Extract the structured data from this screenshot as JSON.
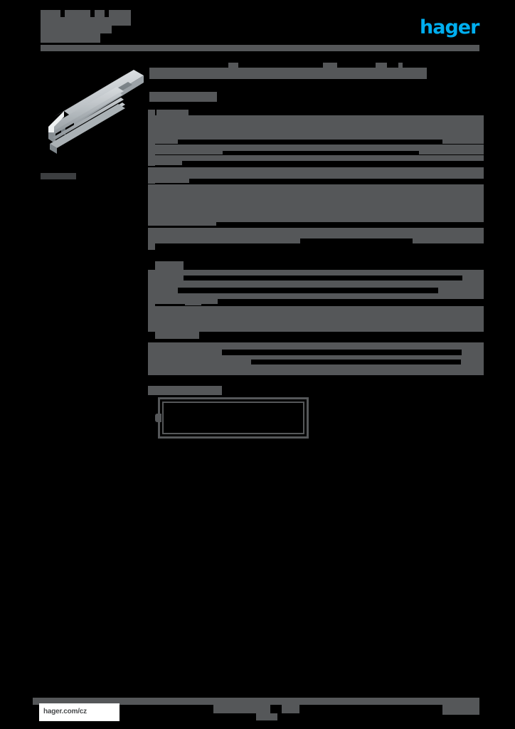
{
  "document": {
    "kind": "product-datasheet",
    "page_background": "#000000",
    "redaction_color": "#555759",
    "brand_color": "#00aeef"
  },
  "header": {
    "title_lines": [
      "",
      "",
      ""
    ],
    "brand_logo_text": "hager",
    "brand_logo_name": "hager-logo"
  },
  "figure": {
    "product_photo_alt": "cable-trunking-product-photo",
    "caption": ""
  },
  "main": {
    "page_title": "",
    "sections": [
      {
        "label": "",
        "rows": [
          {
            "label": "",
            "value": ""
          },
          {
            "label": "",
            "value": ""
          },
          {
            "label": "",
            "value": ""
          },
          {
            "label": "",
            "value": ""
          },
          {
            "label": "",
            "value": ""
          },
          {
            "label": "",
            "value": ""
          },
          {
            "label": "",
            "value": ""
          },
          {
            "label": "",
            "value": ""
          },
          {
            "label": "",
            "value": ""
          },
          {
            "label": "",
            "value": ""
          }
        ]
      },
      {
        "label": "",
        "rows": [
          {
            "label": "",
            "value": ""
          },
          {
            "label": "",
            "value": ""
          },
          {
            "label": "",
            "value": ""
          },
          {
            "label": "",
            "value": ""
          },
          {
            "label": "",
            "value": ""
          }
        ]
      },
      {
        "label": "",
        "rows": [
          {
            "label": "",
            "value": ""
          },
          {
            "label": "",
            "value": ""
          },
          {
            "label": "",
            "value": ""
          }
        ]
      },
      {
        "label": "",
        "rows": []
      }
    ]
  },
  "technical_drawing": {
    "label": "",
    "caption": ""
  },
  "footer": {
    "link_text": "hager.com/cz",
    "center_text": "",
    "page_number": ""
  }
}
